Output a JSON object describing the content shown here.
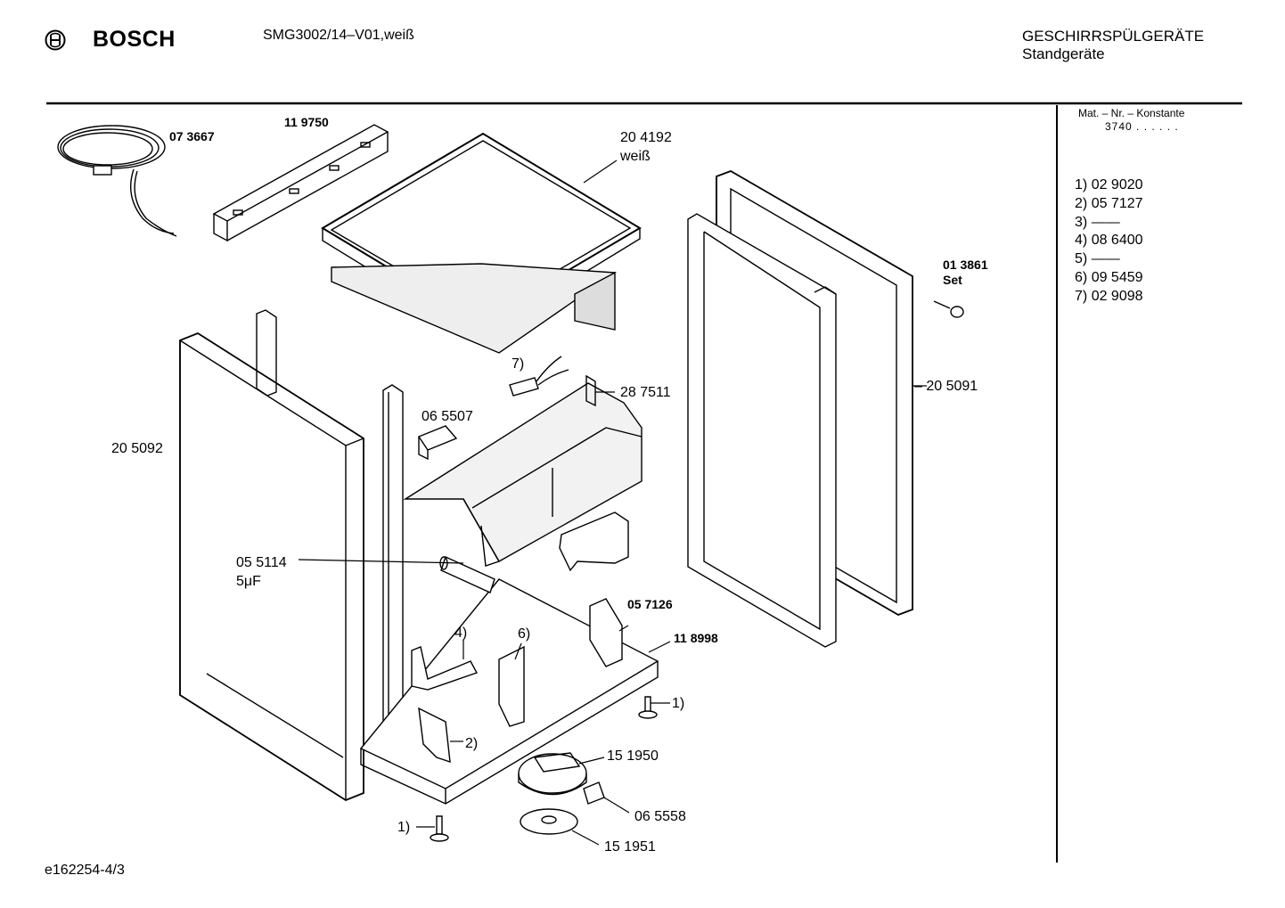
{
  "header": {
    "brand": "BOSCH",
    "model": "SMG3002/14–V01,weiß",
    "category_line1": "GESCHIRRSPÜLGERÄTE",
    "category_line2": "Standgeräte"
  },
  "sidebar": {
    "heading": "Mat. – Nr. – Konstante",
    "constant": "3740 . . . . . .",
    "parts": [
      {
        "index": "1)",
        "number": "02 9020"
      },
      {
        "index": "2)",
        "number": "05 7127"
      },
      {
        "index": "3)",
        "number": "——"
      },
      {
        "index": "4)",
        "number": "08 6400"
      },
      {
        "index": "5)",
        "number": "——"
      },
      {
        "index": "6)",
        "number": "09 5459"
      },
      {
        "index": "7)",
        "number": "02 9098"
      }
    ]
  },
  "labels": {
    "cord": "07 3667",
    "rail": "11 9750",
    "top_number": "20 4192",
    "top_color": "weiß",
    "side_left": "20 5092",
    "side_right": "– 20 5091",
    "set_number": "01 3861",
    "set_word": "Set",
    "part7": "7)",
    "bracket": "28 7511",
    "switch": "06 5507",
    "capacitor": "05 5114",
    "capacitor_value": "5μF",
    "hinge": "05 7126",
    "base": "11 8998",
    "part4": "4)",
    "part6": "6)",
    "part1_right": "1)",
    "part2": "2)",
    "pump": "15 1950",
    "clip": "06 5558",
    "disc": "15 1951",
    "part1_left": "1)"
  },
  "footer": {
    "drawing_id": "e162254-4/3"
  }
}
